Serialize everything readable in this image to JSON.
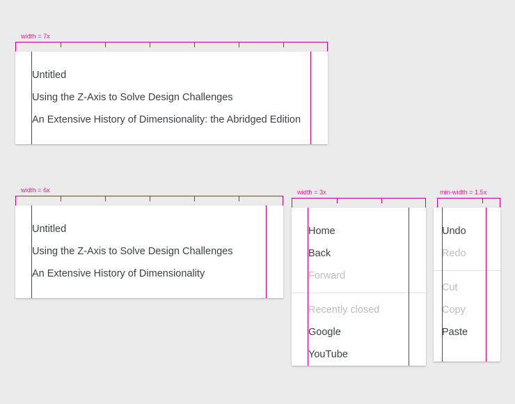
{
  "page": {
    "background_color": "#ebebeb",
    "guide_color": "#d6007f",
    "label_color": "#e91e8c",
    "text_color": "#3c4043",
    "disabled_text_color": "#bdbdbd",
    "divider_color": "#e4e4e4",
    "card_color": "#ffffff"
  },
  "specs": [
    {
      "id": "spec-7x",
      "label": "width = 7x",
      "divisions": 7,
      "groups": [
        {
          "items": [
            {
              "label": "Untitled",
              "state": "enabled"
            },
            {
              "label": "Using the Z-Axis to Solve Design Challenges",
              "state": "enabled"
            },
            {
              "label": "An Extensive History of Dimensionality: the Abridged Edition",
              "state": "enabled"
            }
          ]
        }
      ]
    },
    {
      "id": "spec-6x",
      "label": "width = 6x",
      "divisions": 6,
      "groups": [
        {
          "items": [
            {
              "label": "Untitled",
              "state": "enabled"
            },
            {
              "label": "Using the Z-Axis to Solve Design Challenges",
              "state": "enabled"
            },
            {
              "label": "An Extensive History of Dimensionality",
              "state": "enabled"
            }
          ]
        }
      ]
    },
    {
      "id": "spec-3x",
      "label": "width = 3x",
      "divisions": 3,
      "groups": [
        {
          "items": [
            {
              "label": "Home",
              "state": "enabled"
            },
            {
              "label": "Back",
              "state": "enabled"
            },
            {
              "label": "Forward",
              "state": "disabled"
            }
          ]
        },
        {
          "items": [
            {
              "label": "Recently closed",
              "state": "section-header"
            },
            {
              "label": "Google",
              "state": "enabled"
            },
            {
              "label": "YouTube",
              "state": "enabled"
            }
          ]
        }
      ]
    },
    {
      "id": "spec-min-1.5x",
      "label": "min-width = 1.5x",
      "divisions": 1.5,
      "groups": [
        {
          "items": [
            {
              "label": "Undo",
              "state": "enabled"
            },
            {
              "label": "Redo",
              "state": "disabled"
            }
          ]
        },
        {
          "items": [
            {
              "label": "Cut",
              "state": "disabled"
            },
            {
              "label": "Copy",
              "state": "disabled"
            },
            {
              "label": "Paste",
              "state": "enabled"
            }
          ]
        }
      ]
    }
  ]
}
